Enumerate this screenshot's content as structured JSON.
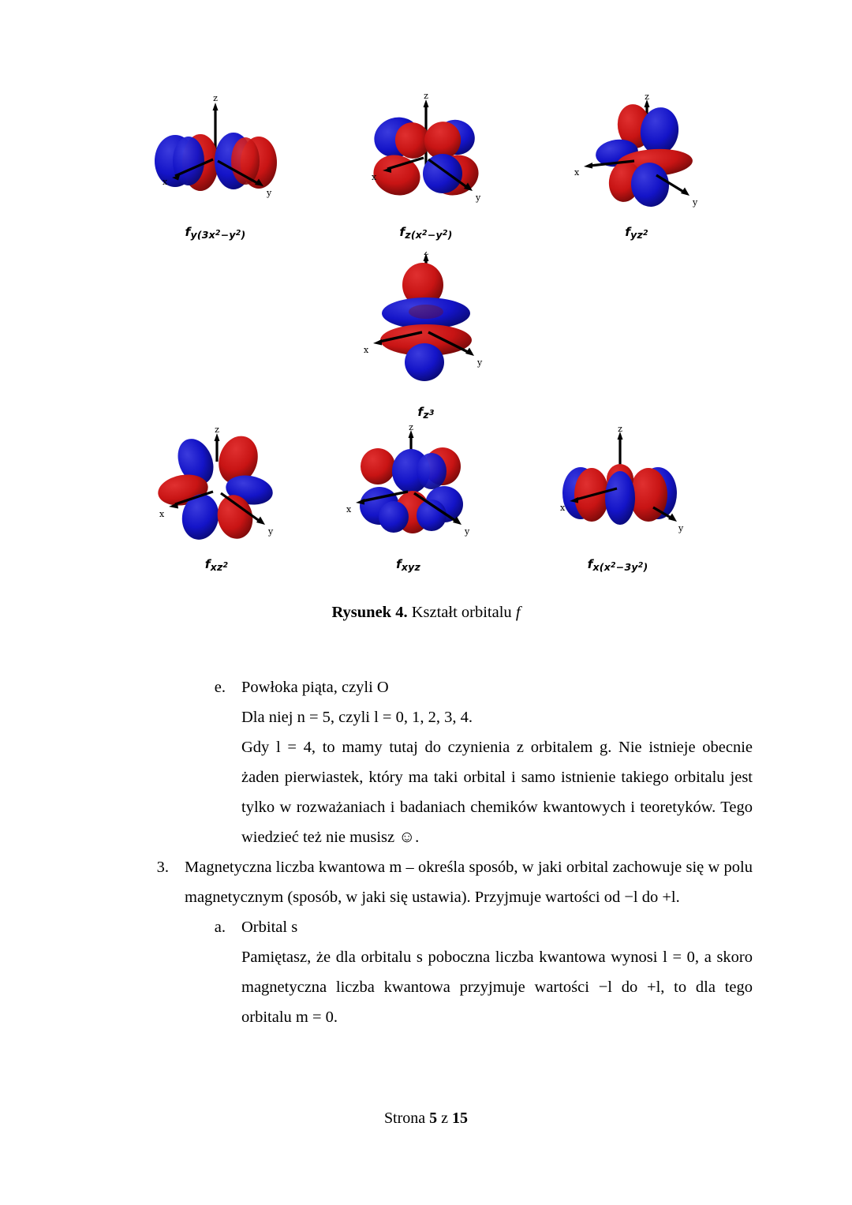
{
  "document": {
    "language": "pl",
    "page_background": "#ffffff",
    "text_color": "#000000"
  },
  "figure": {
    "caption_lead": "Rysunek 4.",
    "caption_text": " Kształt orbitalu ",
    "caption_italic": "f",
    "orbital_colors": {
      "blue": "#1414c8",
      "blue_dark": "#0d0d8c",
      "red": "#c81414",
      "red_dark": "#8c0d0d",
      "axis": "#000000"
    },
    "axis_labels": {
      "x": "x",
      "y": "y",
      "z": "z"
    },
    "orbitals": [
      {
        "id": "f-y-3x2-y2",
        "base": "f",
        "sub_main": "y(3x",
        "label_plain": "fy(3x²−y²)",
        "sub_parts": [
          {
            "text": "y(3x",
            "sup": "2"
          },
          {
            "text": "−y",
            "sup": "2"
          },
          {
            "text": ")",
            "sup": ""
          }
        ]
      },
      {
        "id": "f-z-x2-y2",
        "base": "f",
        "label_plain": "fz(x²−y²)",
        "sub_parts": [
          {
            "text": "z(x",
            "sup": "2"
          },
          {
            "text": "−y",
            "sup": "2"
          },
          {
            "text": ")",
            "sup": ""
          }
        ]
      },
      {
        "id": "f-yz2",
        "base": "f",
        "label_plain": "fyz²",
        "sub_parts": [
          {
            "text": "yz",
            "sup": "2"
          }
        ]
      },
      {
        "id": "f-z3",
        "base": "f",
        "label_plain": "fz³",
        "sub_parts": [
          {
            "text": "z",
            "sup": "3"
          }
        ]
      },
      {
        "id": "f-xz2",
        "base": "f",
        "label_plain": "fxz²",
        "sub_parts": [
          {
            "text": "xz",
            "sup": "2"
          }
        ]
      },
      {
        "id": "f-xyz",
        "base": "f",
        "label_plain": "fxyz",
        "sub_parts": [
          {
            "text": "xyz",
            "sup": ""
          }
        ]
      },
      {
        "id": "f-x-x2-3y2",
        "base": "f",
        "label_plain": "fx(x²−3y²)",
        "sub_parts": [
          {
            "text": "x(x",
            "sup": "2"
          },
          {
            "text": "−3y",
            "sup": "2"
          },
          {
            "text": ")",
            "sup": ""
          }
        ]
      }
    ]
  },
  "content": {
    "item_e": {
      "marker": "e.",
      "heading": "Powłoka piąta, czyli O",
      "line_dla_niej": "Dla niej n = 5, czyli l = 0, 1, 2, 3, 4.",
      "paragraph": "Gdy l = 4, to mamy tutaj do czynienia z orbitalem g. Nie istnieje obecnie żaden pierwiastek, który ma taki orbital i samo istnienie takiego orbitalu jest tylko w rozważaniach i badaniach chemików kwantowych i teoretyków. Tego wiedzieć też nie musisz ☺."
    },
    "item_3": {
      "marker": "3.",
      "paragraph": "Magnetyczna liczba kwantowa m – określa sposób, w jaki orbital zachowuje się w polu magnetycznym (sposób, w jaki się ustawia). Przyjmuje wartości od −l do +l."
    },
    "item_a": {
      "marker": "a.",
      "heading": "Orbital s",
      "paragraph": "Pamiętasz, że dla orbitalu s poboczna liczba kwantowa wynosi l = 0, a skoro magnetyczna liczba kwantowa przyjmuje wartości −l do +l, to dla tego orbitalu m = 0."
    }
  },
  "footer": {
    "prefix": "Strona ",
    "page_number": "5",
    "middle": " z ",
    "total_pages": "15"
  }
}
